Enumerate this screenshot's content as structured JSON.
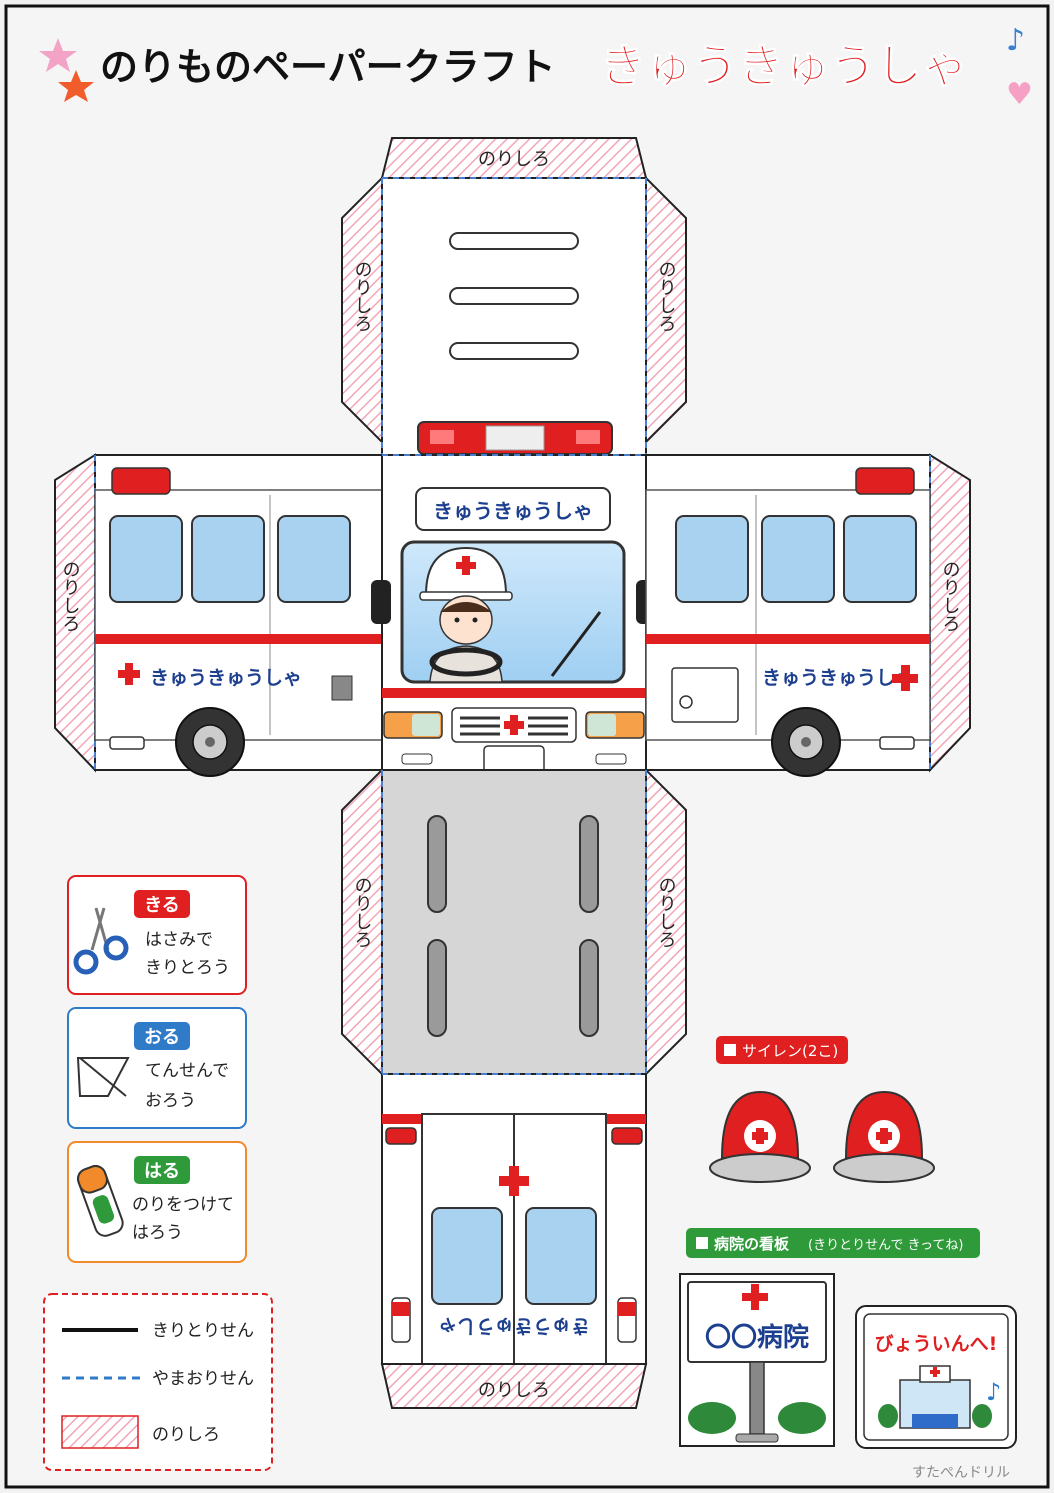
{
  "header": {
    "title": "のりものペーパークラフト",
    "subtitle": "きゅうきゅうしゃ"
  },
  "tabs": {
    "glue": "のりしろ"
  },
  "vehicle": {
    "name": "きゅうきゅうしゃ",
    "rear_name": "きゅうきゅうしゃ"
  },
  "legend_steps": [
    {
      "badge": "きる",
      "line1": "はさみで",
      "line2": "きりとろう",
      "color": "#e02020"
    },
    {
      "badge": "おる",
      "line1": "てんせんで",
      "line2": "おろう",
      "color": "#2f7bc8"
    },
    {
      "badge": "はる",
      "line1": "のりをつけて",
      "line2": "はろう",
      "color": "#2e9a3a"
    }
  ],
  "line_legend": {
    "cut": "きりとりせん",
    "fold": "やまおりせん",
    "glue": "のりしろ"
  },
  "parts": {
    "siren_label": "サイレン(2こ)",
    "hospital_label": "病院の看板",
    "hospital_note": "(きりとりせんで きってね)",
    "hospital_name": "〇〇病院",
    "to_hospital": "びょういんへ!"
  },
  "colors": {
    "red": "#e02020",
    "blue": "#1d3f8f",
    "window": "#a9d2f0",
    "pink_stripe": "#f2a6b8"
  },
  "footer": {
    "credit": "すたぺんドリル"
  }
}
